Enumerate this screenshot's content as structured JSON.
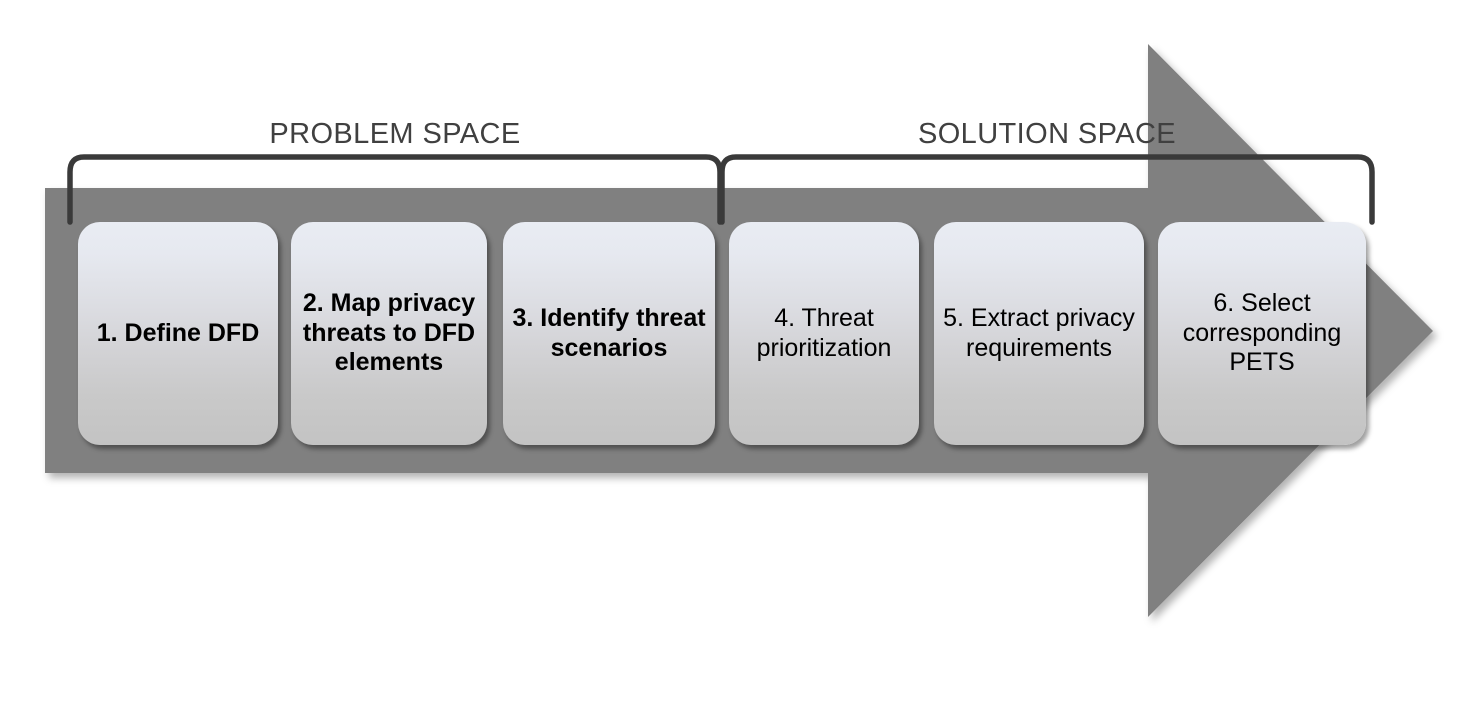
{
  "diagram": {
    "title_visible": false,
    "background_color": "#ffffff",
    "arrow": {
      "name": "process-arrow",
      "color": "#808080",
      "direction": "right"
    },
    "phases": [
      {
        "id": "problem-space",
        "label": "PROBLEM SPACE",
        "color": "#404040"
      },
      {
        "id": "solution-space",
        "label": "SOLUTION SPACE",
        "color": "#404040"
      }
    ],
    "brace_color": "#3a3a3a",
    "steps": [
      {
        "number": "1",
        "label": "1. Define DFD",
        "weight": "bold",
        "phase": "problem-space"
      },
      {
        "number": "2",
        "label": "2. Map privacy threats to DFD elements",
        "weight": "bold",
        "phase": "problem-space"
      },
      {
        "number": "3",
        "label": "3. Identify threat scenarios",
        "weight": "bold",
        "phase": "problem-space"
      },
      {
        "number": "4",
        "label": "4. Threat prioritization",
        "weight": "regular",
        "phase": "solution-space"
      },
      {
        "number": "5",
        "label": "5. Extract privacy requirements",
        "weight": "regular",
        "phase": "solution-space"
      },
      {
        "number": "6",
        "label": "6. Select corresponding PETS",
        "weight": "regular",
        "phase": "solution-space"
      }
    ]
  }
}
